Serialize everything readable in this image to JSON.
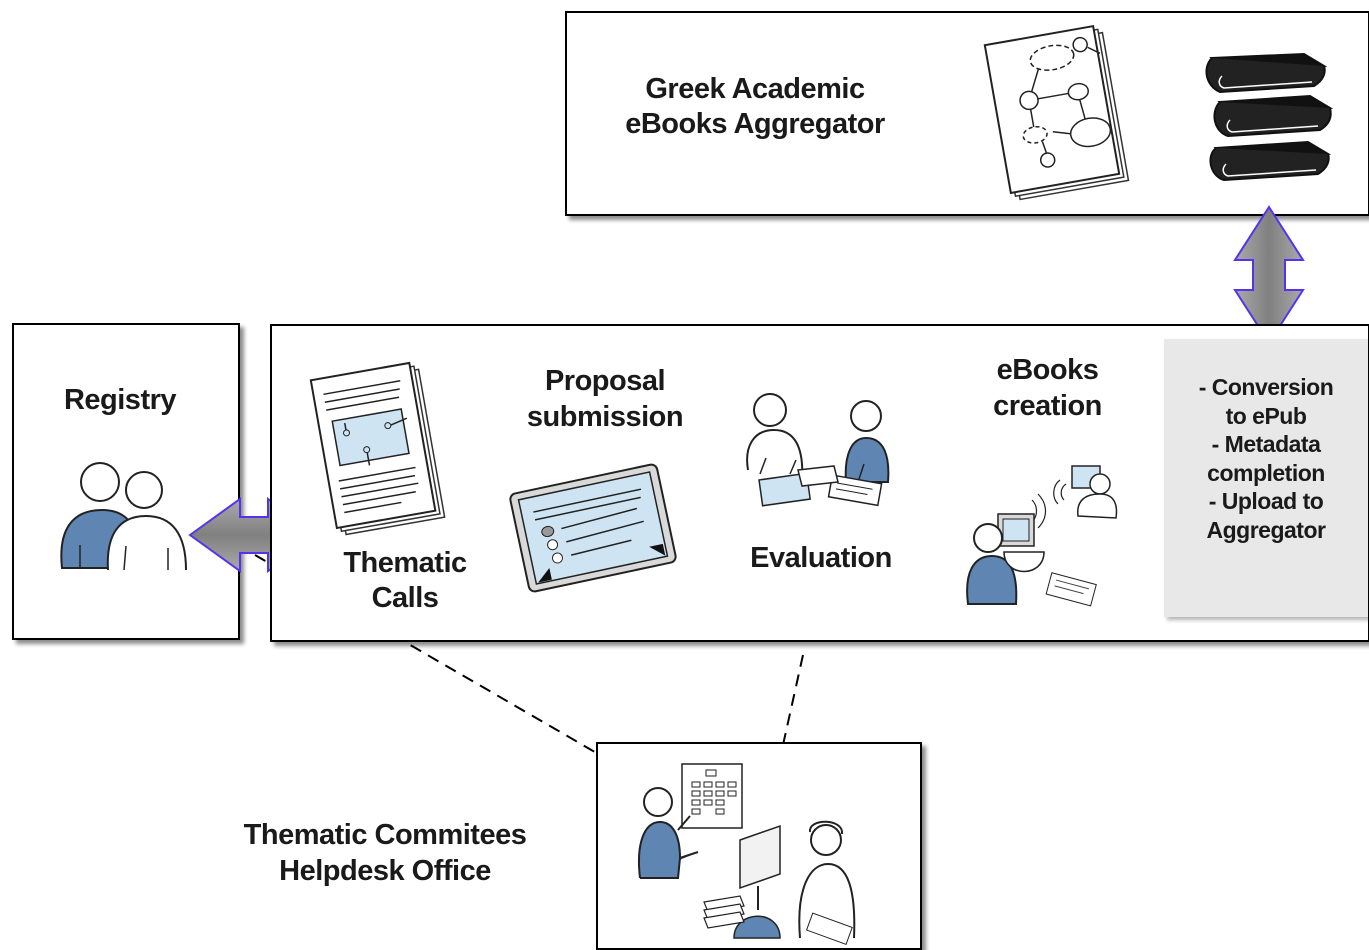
{
  "aggregator": {
    "line1": "Greek Academic",
    "line2": "eBooks Aggregator"
  },
  "registry": {
    "label": "Registry"
  },
  "process": {
    "thematic_calls": {
      "line1": "Thematic",
      "line2": "Calls"
    },
    "proposal": {
      "line1": "Proposal",
      "line2": "submission"
    },
    "evaluation": {
      "label": "Evaluation"
    },
    "ebooks": {
      "line1": "eBooks",
      "line2": "creation"
    }
  },
  "steps": {
    "l1": "- Conversion",
    "l2": "to ePub",
    "l3": "- Metadata",
    "l4": "completion",
    "l5": "- Upload to",
    "l6": "Aggregator"
  },
  "helpdesk": {
    "line1": "Thematic Commitees",
    "line2": "Helpdesk Office"
  },
  "colors": {
    "accent_blue": "#5f86b3",
    "light_blue": "#cfe4f2",
    "arrow_fill": "#8a8a8a",
    "arrow_stroke": "#5533ee",
    "panel_grey": "#e8e8e8"
  }
}
